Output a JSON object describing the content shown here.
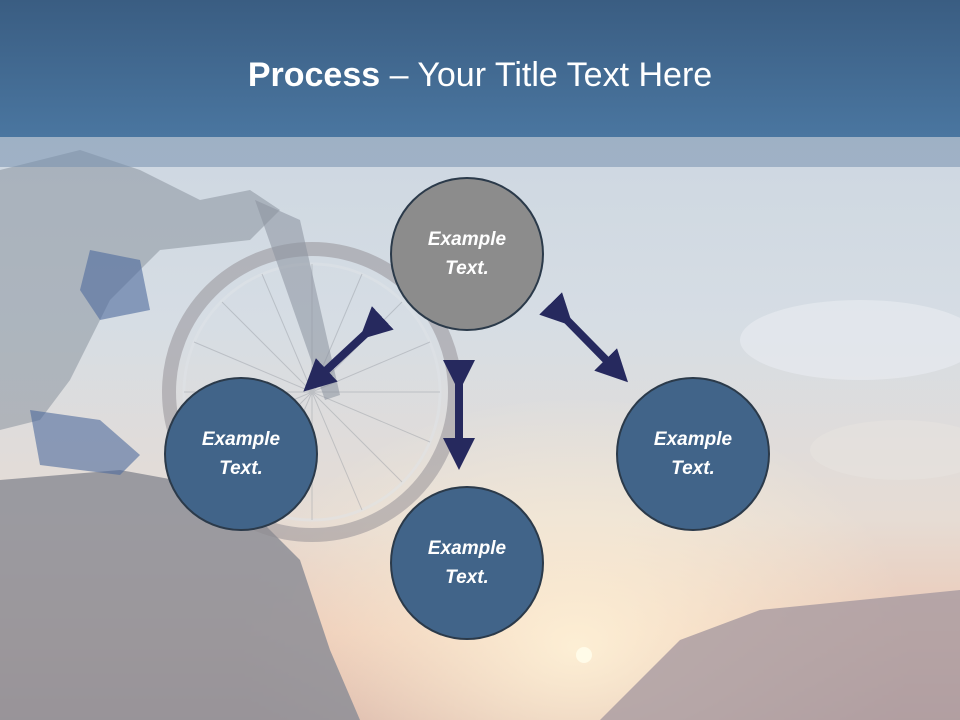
{
  "title": {
    "bold": "Process",
    "rest": " – Your Title Text Here"
  },
  "nodes": [
    {
      "label": "Example Text."
    },
    {
      "label": "Example Text."
    },
    {
      "label": "Example Text."
    },
    {
      "label": "Example Text."
    }
  ],
  "colors": {
    "header": "#416489",
    "node_blue": "#416489",
    "node_grey": "#8c8c8c",
    "arrow": "#26295e"
  },
  "background": "photo-mountain-bike-sunset"
}
